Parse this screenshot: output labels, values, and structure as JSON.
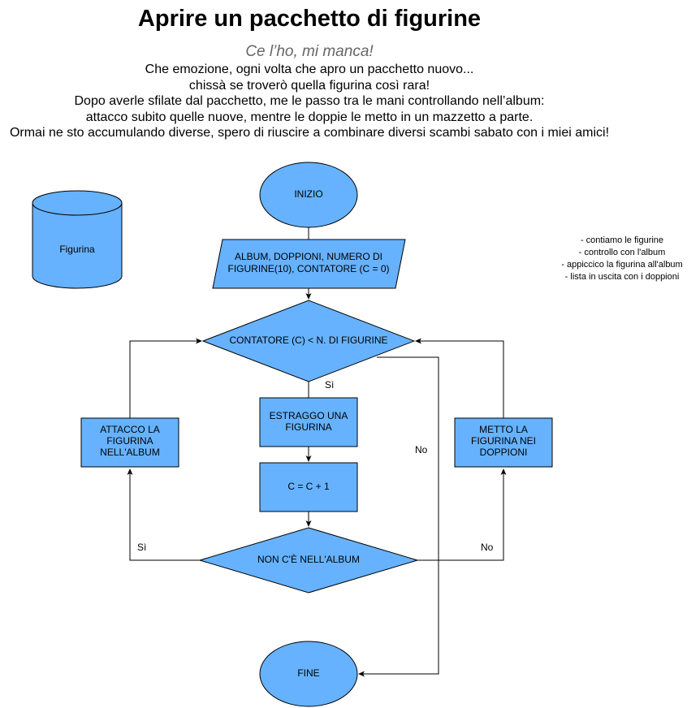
{
  "header": {
    "title": "Aprire un pacchetto di figurine",
    "subtitle": "Ce l’ho, mi manca!",
    "intro_lines": [
      "Che emozione, ogni volta che apro un pacchetto nuovo...",
      "chissà se troverò quella figurina così rara!",
      "Dopo averle sfilate dal pacchetto, me le passo tra le mani controllando nell’album:",
      "attacco subito quelle nuove, mentre le doppie le metto in un mazzetto a parte.",
      "Ormai ne sto accumulando diverse, spero di riuscire a combinare diversi scambi sabato con i miei amici!"
    ]
  },
  "notes": [
    "- contiamo le figurine",
    "- controllo con l'album",
    "- appiccico la figurina all'album",
    "- lista in uscita con i doppioni"
  ],
  "diagram": {
    "database_label": "Figurina",
    "start_label": "INIZIO",
    "input_label_lines": [
      "ALBUM, DOPPIONI, NUMERO DI",
      "FIGURINE(10), CONTATORE (C = 0)"
    ],
    "loop_condition_label": "CONTATORE (C) < N. DI FIGURINE",
    "extract_label_lines": [
      "ESTRAGGO UNA",
      "FIGURINA"
    ],
    "increment_label": "C = C + 1",
    "check_condition_label": "NON C'È NELL'ALBUM",
    "attach_label_lines": [
      "ATTACCO LA",
      "FIGURINA",
      "NELL'ALBUM"
    ],
    "duplicates_label_lines": [
      "METTO LA",
      "FIGURINA NEI",
      "DOPPIONI"
    ],
    "end_label": "FINE",
    "edge_labels": {
      "loop_yes": "Sì",
      "loop_no": "No",
      "check_yes": "Sì",
      "check_no": "No"
    },
    "colors": {
      "node_fill": "#66b2ff",
      "stroke": "#000000"
    }
  }
}
